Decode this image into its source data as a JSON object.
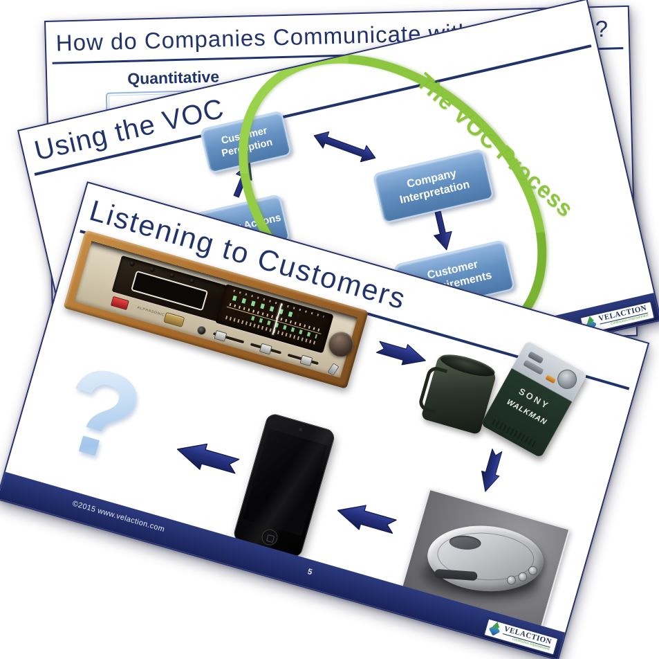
{
  "colors": {
    "navy": "#21336B",
    "accent_green": "#8CC63F",
    "box_blue_top": "#93B6DF",
    "box_blue_bottom": "#4C77A9",
    "arrow_blue": "#26317E",
    "footer_bar": "#1E2A64"
  },
  "back_slide": {
    "title": "How do Companies Communicate with Customers?",
    "section_label": "Quantitative"
  },
  "middle_slide": {
    "title": "Using the VOC",
    "curve_label": "The VOC Process",
    "boxes": [
      {
        "label": "Customer Perception"
      },
      {
        "label": "Company Interpretation"
      },
      {
        "label": "Customer Requirements"
      },
      {
        "label": "Company Actions"
      }
    ]
  },
  "front_slide": {
    "title": "Listening to Customers",
    "question_mark": "?",
    "eight_track": {
      "brand": "ALPHASONIC"
    },
    "walkman": {
      "brand": "SONY",
      "model": "WALKMAN"
    },
    "footer": {
      "copyright": "©2015  www.velaction.com",
      "page_number": "5"
    }
  },
  "logo": {
    "brand": "VELACTION",
    "tagline": "Continuous Improvement"
  }
}
